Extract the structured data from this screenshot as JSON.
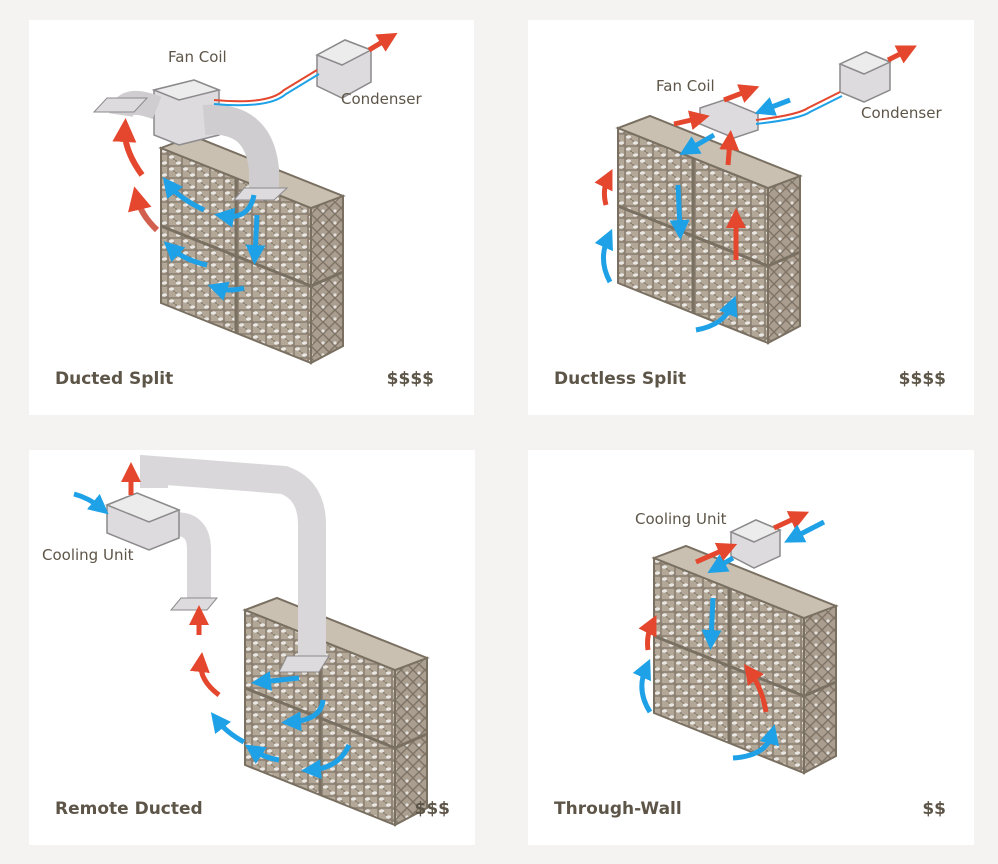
{
  "colors": {
    "background": "#f4f3f1",
    "panel": "#ffffff",
    "rack": "#a59a8b",
    "rack_outline": "#7a7062",
    "duct": "#d9d7d9",
    "warm_arrow": "#e4472d",
    "cool_arrow": "#1ea1e6",
    "text": "#5d5548"
  },
  "panels": [
    {
      "title": "Ducted Split",
      "price": "$$$$",
      "labels": [
        "Fan Coil",
        "Condenser"
      ]
    },
    {
      "title": "Ductless Split",
      "price": "$$$$",
      "labels": [
        "Fan Coil",
        "Condenser"
      ]
    },
    {
      "title": "Remote Ducted",
      "price": "$$$",
      "labels": [
        "Cooling Unit"
      ]
    },
    {
      "title": "Through-Wall",
      "price": "$$",
      "labels": [
        "Cooling Unit"
      ]
    }
  ]
}
